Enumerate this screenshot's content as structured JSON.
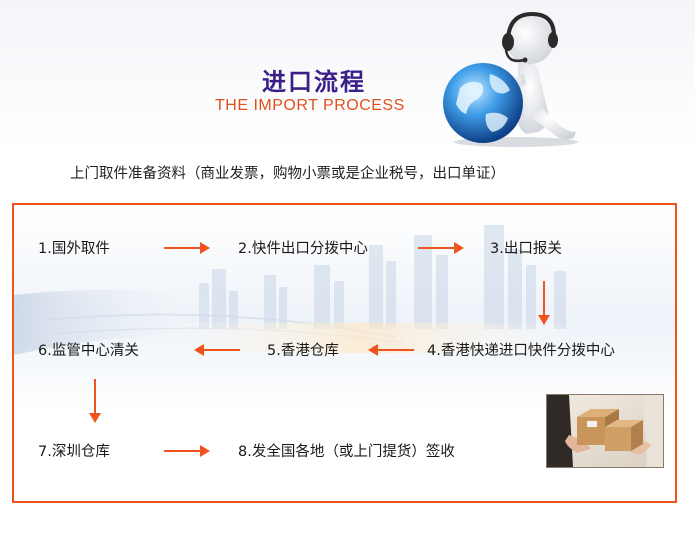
{
  "header": {
    "title_cn": "进口流程",
    "title_en": "THE IMPORT PROCESS",
    "subtitle": "上门取件准备资料（商业发票，购物小票或是企业税号，出口单证）"
  },
  "steps": [
    "1.国外取件",
    "2.快件出口分拨中心",
    "3.出口报关",
    "4.香港快递进口快件分拨中心",
    "5.香港仓库",
    "6.监管中心清关",
    "7.深圳仓库",
    "8.发全国各地（或上门提货）签收"
  ],
  "colors": {
    "accent": "#f0541e",
    "title": "#3b1f88",
    "title_en": "#e0501d"
  },
  "icons": {
    "mascot": "headset-mascot-globe-icon",
    "photo": "handover-boxes-photo"
  }
}
